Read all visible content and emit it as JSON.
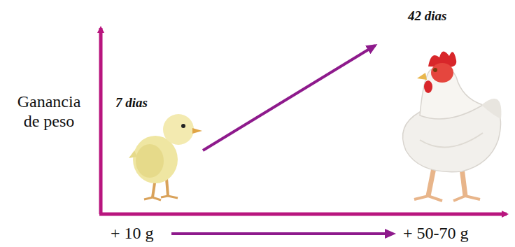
{
  "diagram": {
    "labels": [
      "Ganancia de peso",
      "7 dias",
      "42 dias",
      "+ 10 g",
      "+ 50-70 g"
    ]
  }
}
